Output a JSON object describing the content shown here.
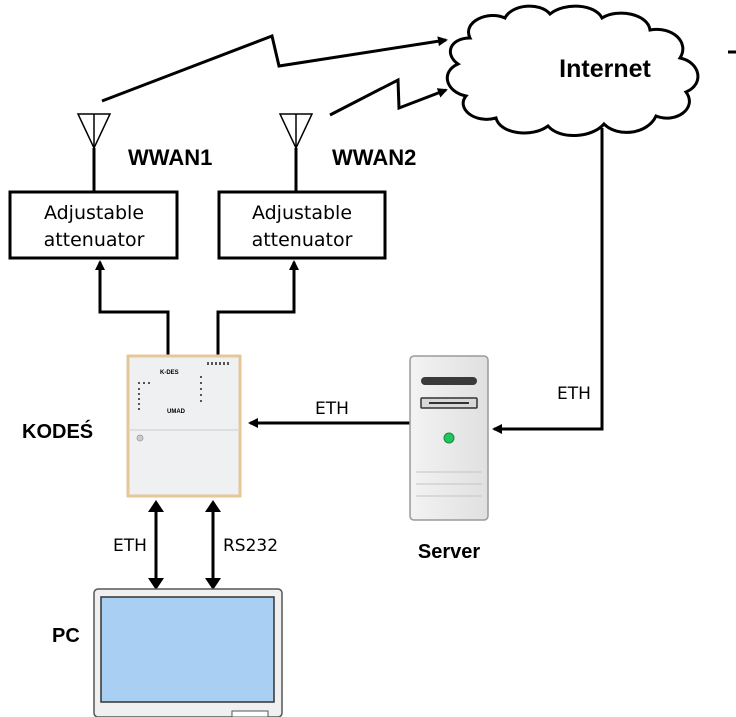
{
  "cloud": {
    "label": "Internet"
  },
  "antennas": [
    {
      "label": "WWAN1"
    },
    {
      "label": "WWAN2"
    }
  ],
  "attenuators": [
    {
      "line1": "Adjustable",
      "line2": "attenuator"
    },
    {
      "line1": "Adjustable",
      "line2": "attenuator"
    }
  ],
  "device": {
    "label": "KODEŚ",
    "brand": "K-DES",
    "sub_brand": "UMAD"
  },
  "server": {
    "label": "Server"
  },
  "pc": {
    "label": "PC"
  },
  "links": {
    "kodes_server": "ETH",
    "server_internet": "ETH",
    "pc_eth": "ETH",
    "pc_serial": "RS232"
  },
  "colors": {
    "screen": "#a9cff3",
    "led": "#22c55e",
    "device_body": "#eef0f2",
    "device_border": "#e6c79a"
  }
}
